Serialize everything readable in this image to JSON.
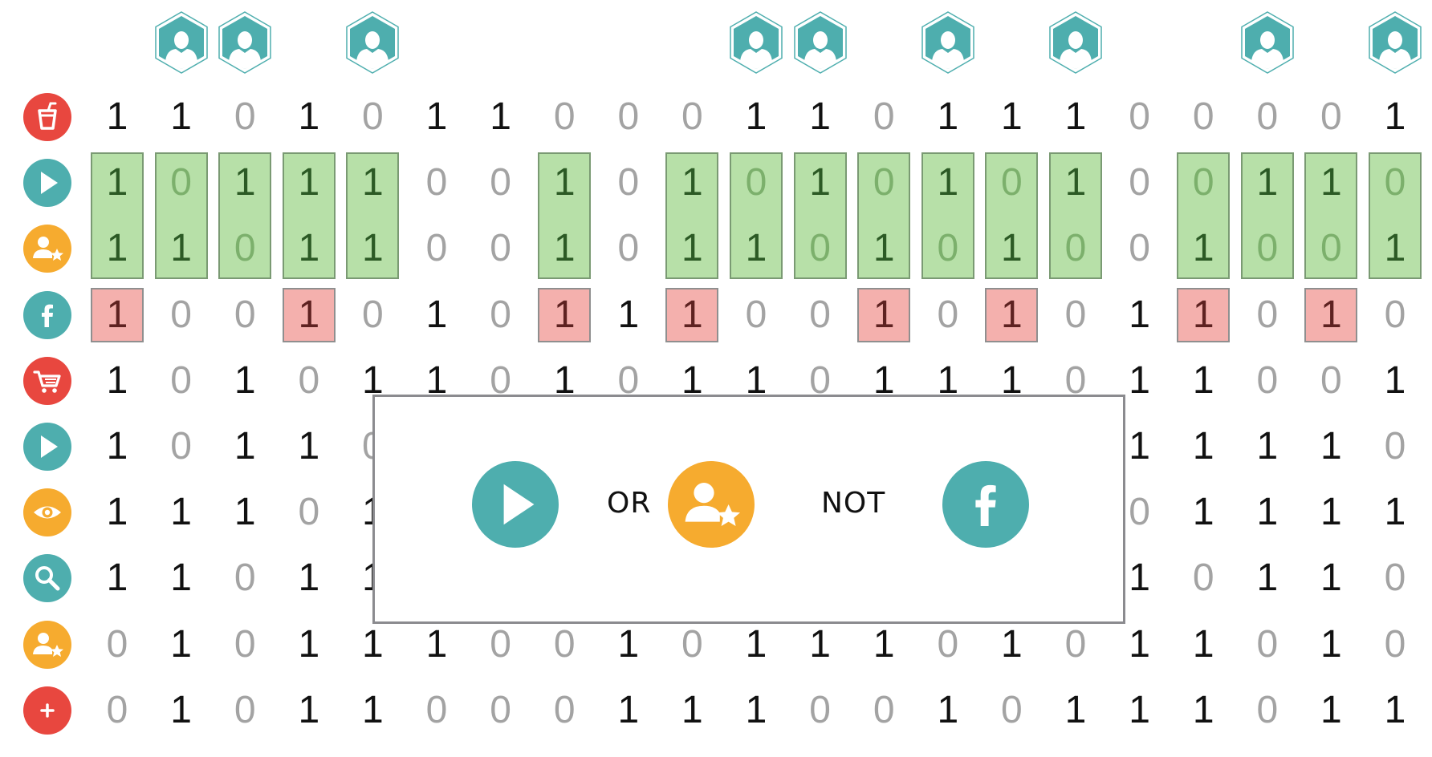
{
  "colors": {
    "red": "#e8473f",
    "teal": "#4eaeae",
    "orange": "#f6ab2f",
    "green": "#b7e0a8",
    "pink": "#f4b0ad"
  },
  "user_columns": [
    1,
    2,
    4,
    10,
    11,
    13,
    15,
    18,
    20
  ],
  "rows": [
    {
      "icon": "drink-icon",
      "color": "red",
      "bits": [
        1,
        1,
        0,
        1,
        0,
        1,
        1,
        0,
        0,
        0,
        1,
        1,
        0,
        1,
        1,
        1,
        0,
        0,
        0,
        0,
        1
      ]
    },
    {
      "icon": "play-icon",
      "color": "teal",
      "bits": [
        1,
        0,
        1,
        1,
        1,
        0,
        0,
        1,
        0,
        1,
        0,
        1,
        0,
        1,
        0,
        1,
        0,
        0,
        1,
        1,
        0
      ]
    },
    {
      "icon": "user-star-icon",
      "color": "orange",
      "bits": [
        1,
        1,
        0,
        1,
        1,
        0,
        0,
        1,
        0,
        1,
        1,
        0,
        1,
        0,
        1,
        0,
        0,
        1,
        0,
        0,
        1
      ]
    },
    {
      "icon": "facebook-icon",
      "color": "teal",
      "bits": [
        1,
        0,
        0,
        1,
        0,
        1,
        0,
        1,
        1,
        1,
        0,
        0,
        1,
        0,
        1,
        0,
        1,
        1,
        0,
        1,
        0
      ]
    },
    {
      "icon": "cart-icon",
      "color": "red",
      "bits": [
        1,
        0,
        1,
        0,
        1,
        1,
        0,
        1,
        0,
        1,
        1,
        0,
        1,
        1,
        1,
        0,
        1,
        1,
        0,
        0,
        1
      ]
    },
    {
      "icon": "play-icon",
      "color": "teal",
      "bits": [
        1,
        0,
        1,
        1,
        0,
        null,
        null,
        null,
        null,
        null,
        null,
        null,
        null,
        null,
        null,
        null,
        1,
        1,
        1,
        1,
        0
      ]
    },
    {
      "icon": "eye-icon",
      "color": "orange",
      "bits": [
        1,
        1,
        1,
        0,
        1,
        null,
        null,
        null,
        null,
        null,
        null,
        null,
        null,
        null,
        null,
        null,
        0,
        1,
        1,
        1,
        1
      ]
    },
    {
      "icon": "search-icon",
      "color": "teal",
      "bits": [
        1,
        1,
        0,
        1,
        1,
        null,
        null,
        null,
        null,
        null,
        null,
        null,
        null,
        null,
        null,
        null,
        1,
        0,
        1,
        1,
        0
      ]
    },
    {
      "icon": "user-star-icon",
      "color": "orange",
      "bits": [
        0,
        1,
        0,
        1,
        1,
        1,
        0,
        0,
        1,
        0,
        1,
        1,
        1,
        0,
        1,
        0,
        1,
        1,
        0,
        1,
        0
      ]
    },
    {
      "icon": "plus-icon",
      "color": "red",
      "bits": [
        0,
        1,
        0,
        1,
        1,
        0,
        0,
        0,
        1,
        1,
        1,
        0,
        0,
        1,
        0,
        1,
        1,
        1,
        0,
        1,
        1
      ]
    }
  ],
  "green_columns": [
    0,
    1,
    2,
    3,
    4,
    7,
    9,
    10,
    11,
    12,
    13,
    14,
    15,
    17,
    18,
    19,
    20
  ],
  "red_columns": [
    0,
    3,
    7,
    9,
    12,
    14,
    17,
    19
  ],
  "overlay": {
    "op1": "OR",
    "op2": "NOT",
    "icons": [
      "play-icon",
      "user-star-icon",
      "facebook-icon"
    ]
  }
}
